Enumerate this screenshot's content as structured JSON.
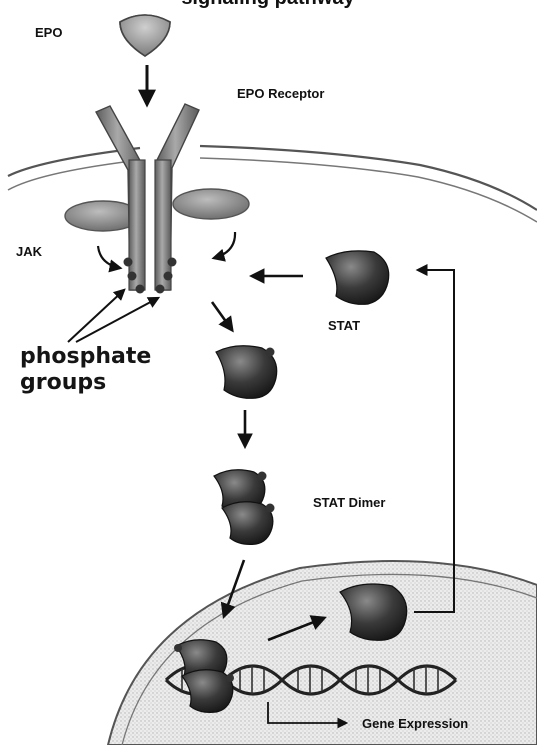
{
  "diagram": {
    "top_caption": "signaling pathway",
    "labels": {
      "epo": "EPO",
      "epo_receptor": "EPO Receptor",
      "jak": "JAK",
      "stat": "STAT",
      "phosphate_groups_line1": "phosphate",
      "phosphate_groups_line2": "groups",
      "stat_dimer": "STAT Dimer",
      "gene_expression": "Gene Expression"
    }
  }
}
